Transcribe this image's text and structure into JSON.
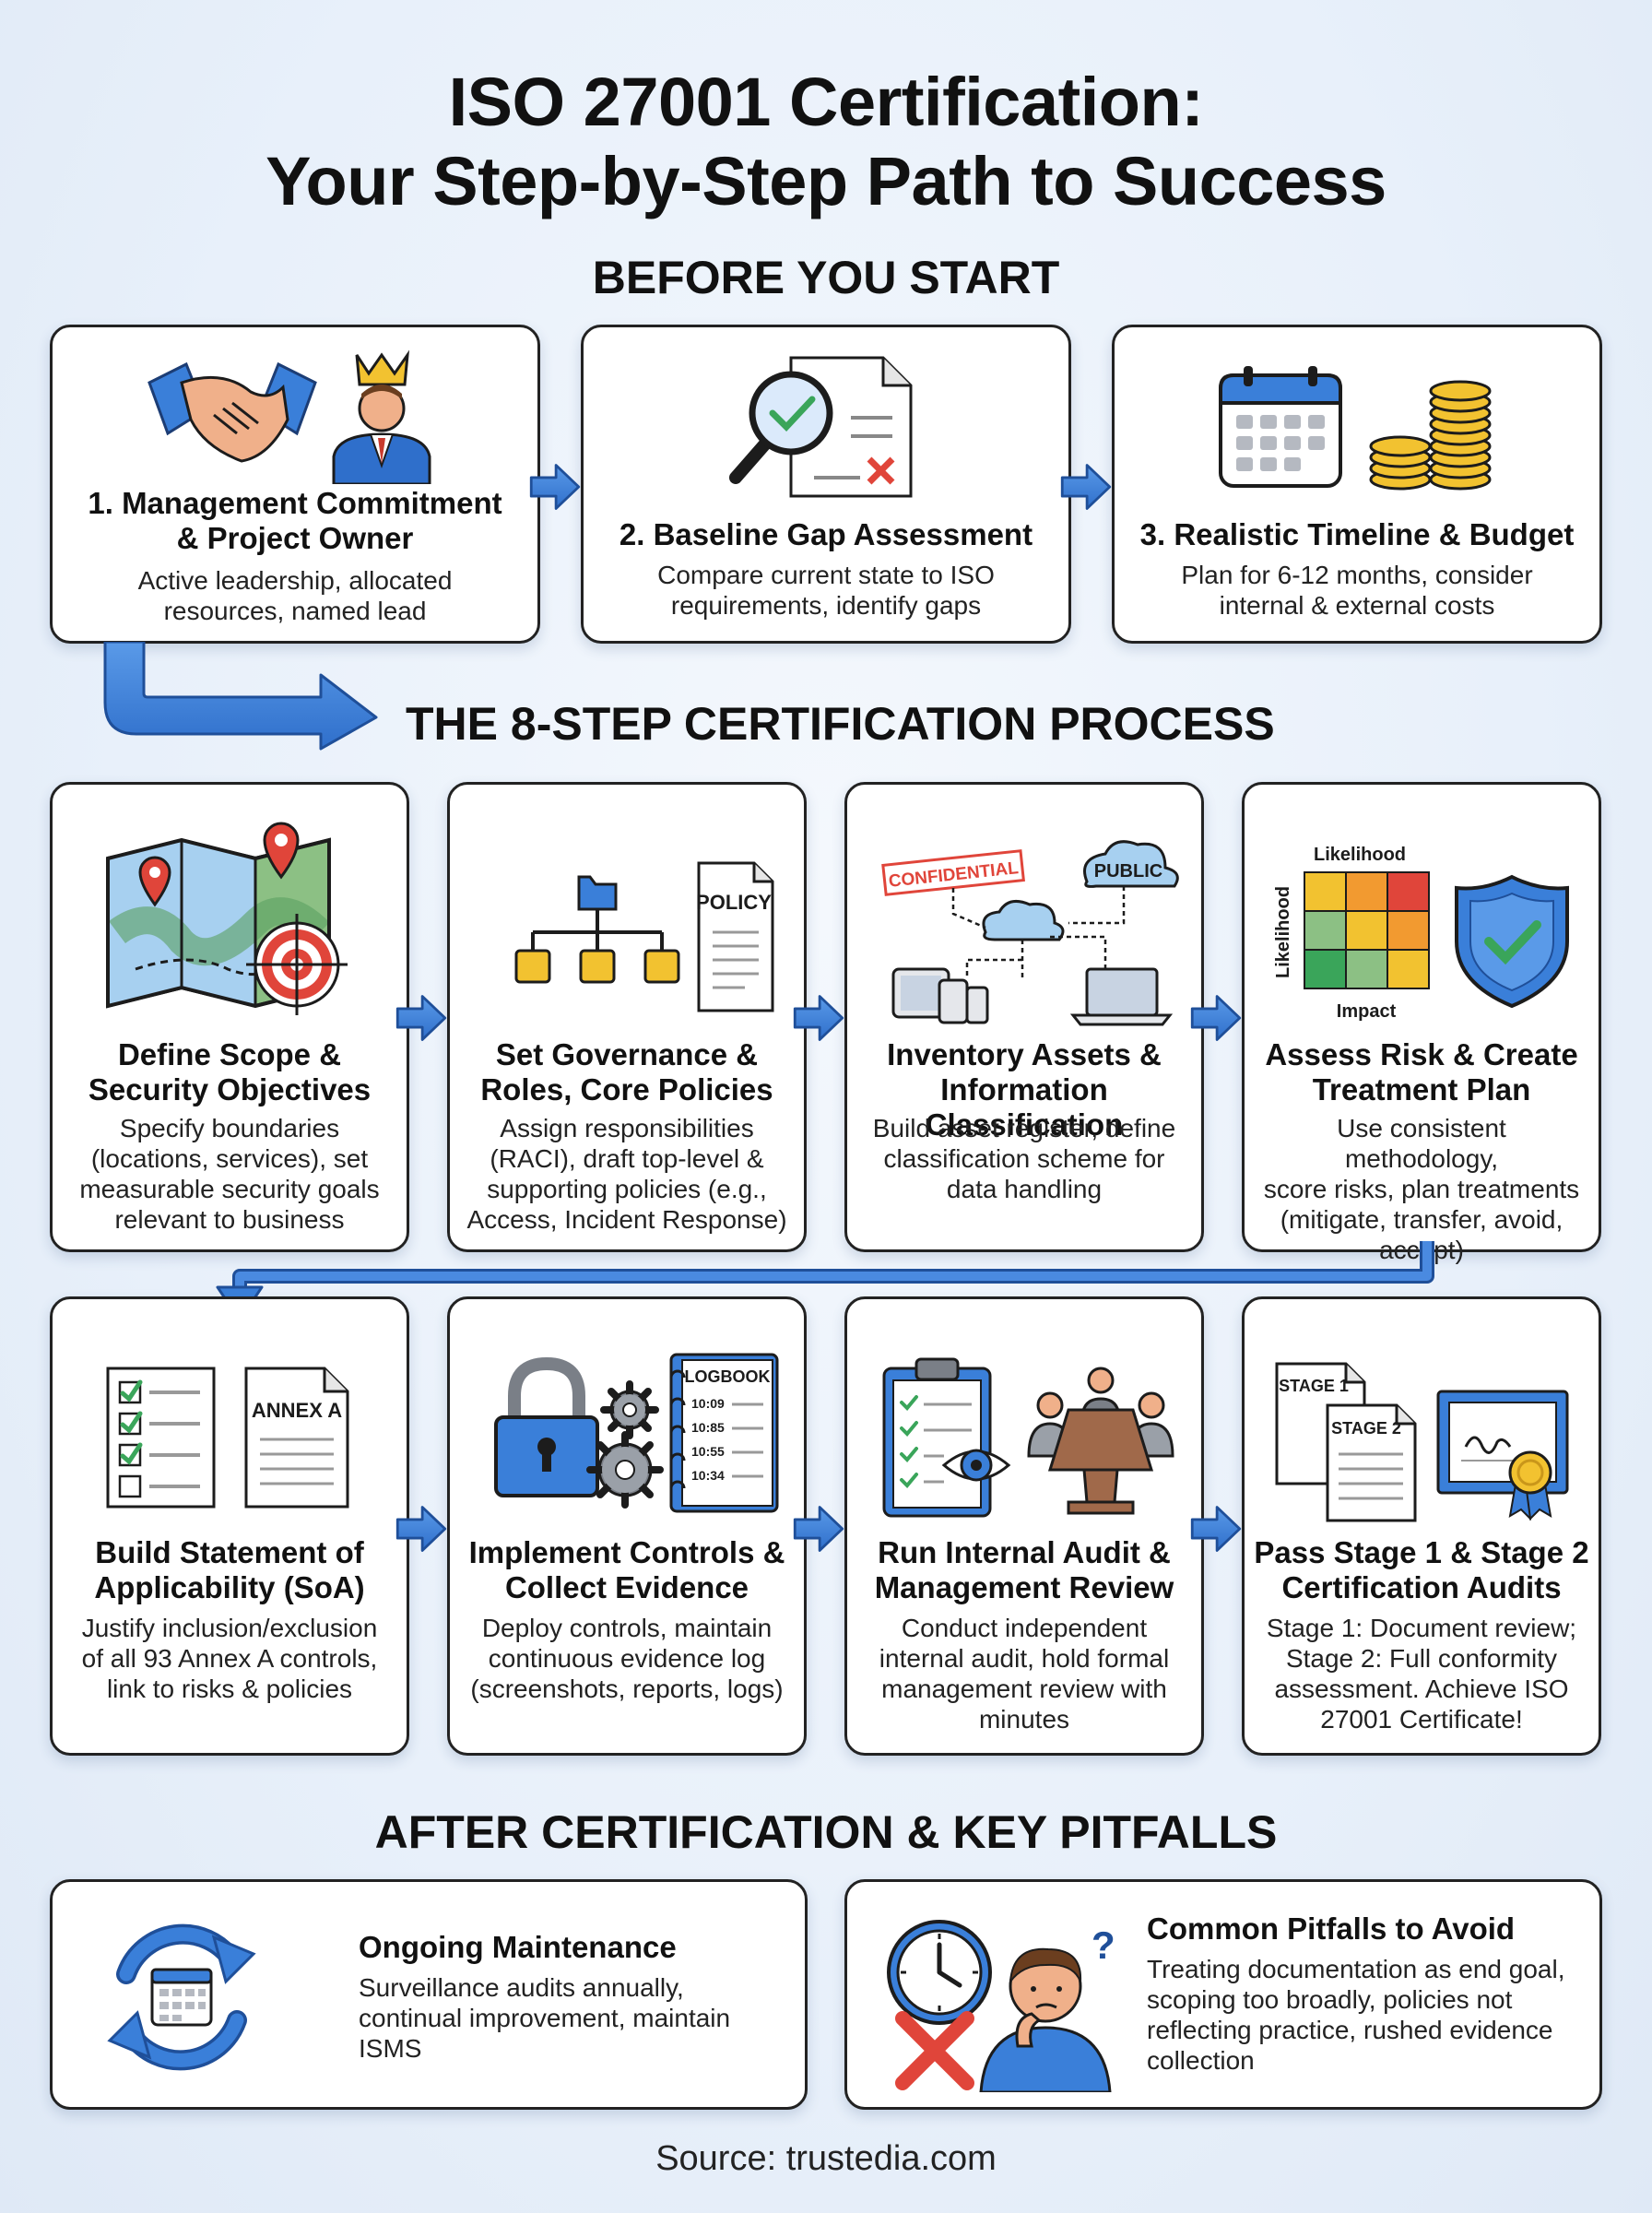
{
  "title_line1": "ISO 27001 Certification:",
  "title_line2": "Your Step-by-Step Path to Success",
  "sections": {
    "before": "BEFORE YOU START",
    "process": "THE 8-STEP CERTIFICATION PROCESS",
    "after": "AFTER CERTIFICATION & KEY PITFALLS"
  },
  "before_steps": [
    {
      "title_line1": "1. Management Commitment",
      "title_line2": "& Project Owner",
      "desc_line1": "Active leadership, allocated",
      "desc_line2": "resources, named lead"
    },
    {
      "title_line1": "2. Baseline Gap Assessment",
      "desc_line1": "Compare current state to ISO",
      "desc_line2": "requirements, identify gaps"
    },
    {
      "title_line1": "3. Realistic Timeline & Budget",
      "desc_line1": "Plan for 6-12 months, consider",
      "desc_line2": "internal & external costs"
    }
  ],
  "process_steps": [
    {
      "title_line1": "Define Scope &",
      "title_line2": "Security Objectives",
      "desc": [
        "Specify boundaries",
        "(locations, services), set",
        "measurable security goals",
        "relevant to business"
      ]
    },
    {
      "title_line1": "Set Governance &",
      "title_line2": "Roles, Core Policies",
      "desc": [
        "Assign responsibilities",
        "(RACI), draft top-level &",
        "supporting policies (e.g.,",
        "Access, Incident Response)"
      ]
    },
    {
      "title_line1": "Inventory Assets &",
      "title_line2": "Information Classification",
      "desc": [
        "Build asset register, define",
        "classification scheme for",
        "data handling"
      ]
    },
    {
      "title_line1": "Assess Risk & Create",
      "title_line2": "Treatment Plan",
      "desc": [
        "Use consistent methodology,",
        "score risks, plan treatments",
        "(mitigate, transfer, avoid,",
        "accept)"
      ]
    },
    {
      "title_line1": "Build Statement of",
      "title_line2": "Applicability (SoA)",
      "desc": [
        "Justify inclusion/exclusion",
        "of all 93 Annex A controls,",
        "link to risks & policies"
      ]
    },
    {
      "title_line1": "Implement Controls &",
      "title_line2": "Collect Evidence",
      "desc": [
        "Deploy controls, maintain",
        "continuous evidence log",
        "(screenshots, reports, logs)"
      ]
    },
    {
      "title_line1": "Run Internal Audit &",
      "title_line2": "Management Review",
      "desc": [
        "Conduct independent",
        "internal audit, hold formal",
        "management review with",
        "minutes"
      ]
    },
    {
      "title_line1": "Pass Stage 1 & Stage 2",
      "title_line2": "Certification Audits",
      "desc": [
        "Stage 1: Document review;",
        "Stage 2: Full conformity",
        "assessment. Achieve ISO",
        "27001 Certificate!"
      ]
    }
  ],
  "icon_labels": {
    "policy": "POLICY",
    "confidential": "CONFIDENTIAL",
    "public": "PUBLIC",
    "likelihood_top": "Likelihood",
    "likelihood_side": "Likelihood",
    "impact": "Impact",
    "annex": "ANNEX A",
    "logbook": "LOGBOOK",
    "log_entries": [
      "10:09",
      "10:85",
      "10:55",
      "10:34"
    ],
    "stage1": "STAGE 1",
    "stage2": "STAGE 2"
  },
  "after_items": [
    {
      "title": "Ongoing Maintenance",
      "desc": [
        "Surveillance audits annually,",
        "continual improvement, maintain",
        "ISMS"
      ]
    },
    {
      "title": "Common Pitfalls to Avoid",
      "desc": [
        "Treating documentation as end goal,",
        "scoping too broadly, policies not",
        "reflecting practice, rushed evidence",
        "collection"
      ]
    }
  ],
  "source": "Source: trustedia.com",
  "colors": {
    "accent_blue": "#3a7fd9",
    "dark": "#111111",
    "red": "#e0453a",
    "green": "#3aa55a",
    "gold": "#f2c230"
  }
}
